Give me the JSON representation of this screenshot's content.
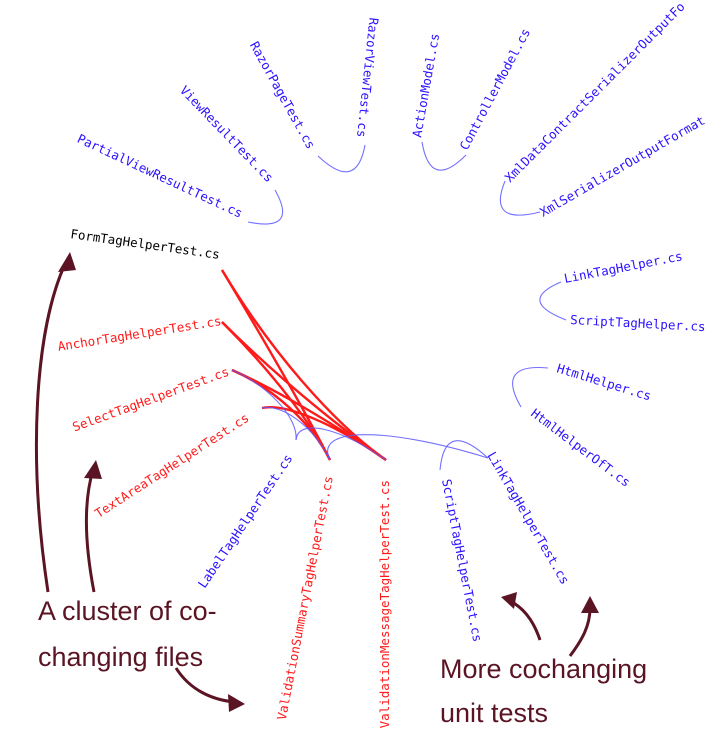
{
  "colors": {
    "cochange": "#ff1a1a",
    "weak_edge": "#5b57ff",
    "file_default": "#2b11ff",
    "file_highlight": "#ff1a1a",
    "file_anchor": "#000000",
    "annotation": "#5a1424"
  },
  "files": [
    {
      "id": "f01",
      "label": "FormTagHelperTest.cs",
      "group": "anchor"
    },
    {
      "id": "f02",
      "label": "AnchorTagHelperTest.cs",
      "group": "highlight"
    },
    {
      "id": "f03",
      "label": "SelectTagHelperTest.cs",
      "group": "highlight"
    },
    {
      "id": "f04",
      "label": "TextAreaTagHelperTest.cs",
      "group": "highlight"
    },
    {
      "id": "f05",
      "label": "LabelTagHelperTest.cs",
      "group": "default"
    },
    {
      "id": "f06",
      "label": "ValidationSummaryTagHelperTest.cs",
      "group": "highlight"
    },
    {
      "id": "f07",
      "label": "ValidationMessageTagHelperTest.cs",
      "group": "highlight"
    },
    {
      "id": "f08",
      "label": "ScriptTagHelperTest.cs",
      "group": "default"
    },
    {
      "id": "f09",
      "label": "LinkTagHelperTest.cs",
      "group": "default"
    },
    {
      "id": "f10",
      "label": "HtmlHelperOfT.cs",
      "group": "default"
    },
    {
      "id": "f11",
      "label": "HtmlHelper.cs",
      "group": "default"
    },
    {
      "id": "f12",
      "label": "ScriptTagHelper.cs",
      "group": "default"
    },
    {
      "id": "f13",
      "label": "LinkTagHelper.cs",
      "group": "default"
    },
    {
      "id": "f14",
      "label": "XmlSerializerOutputFormat",
      "group": "default"
    },
    {
      "id": "f15",
      "label": "XmlDataContractSerializerOutputFo",
      "group": "default"
    },
    {
      "id": "f16",
      "label": "ControllerModel.cs",
      "group": "default"
    },
    {
      "id": "f17",
      "label": "ActionModel.cs",
      "group": "default"
    },
    {
      "id": "f18",
      "label": "RazorViewTest.cs",
      "group": "default"
    },
    {
      "id": "f19",
      "label": "RazorPageTest.cs",
      "group": "default"
    },
    {
      "id": "f20",
      "label": "ViewResultTest.cs",
      "group": "default"
    },
    {
      "id": "f21",
      "label": "PartialViewResultTest.cs",
      "group": "default"
    }
  ],
  "links": [
    {
      "source": "f01",
      "target": "f07",
      "kind": "strong"
    },
    {
      "source": "f01",
      "target": "f06",
      "kind": "strong"
    },
    {
      "source": "f02",
      "target": "f07",
      "kind": "strong"
    },
    {
      "source": "f02",
      "target": "f06",
      "kind": "strong"
    },
    {
      "source": "f03",
      "target": "f07",
      "kind": "strong"
    },
    {
      "source": "f03",
      "target": "f06",
      "kind": "strong"
    },
    {
      "source": "f04",
      "target": "f07",
      "kind": "strong"
    },
    {
      "source": "f03",
      "target": "f05",
      "kind": "weak"
    },
    {
      "source": "f04",
      "target": "f06",
      "kind": "weak"
    },
    {
      "source": "f05",
      "target": "f07",
      "kind": "weak"
    },
    {
      "source": "f08",
      "target": "f09",
      "kind": "weak"
    },
    {
      "source": "f10",
      "target": "f11",
      "kind": "weak"
    },
    {
      "source": "f12",
      "target": "f13",
      "kind": "weak"
    },
    {
      "source": "f14",
      "target": "f15",
      "kind": "weak"
    },
    {
      "source": "f16",
      "target": "f17",
      "kind": "weak"
    },
    {
      "source": "f18",
      "target": "f19",
      "kind": "weak"
    },
    {
      "source": "f20",
      "target": "f21",
      "kind": "weak"
    },
    {
      "source": "f09",
      "target": "f06",
      "kind": "weak"
    }
  ],
  "annotations": {
    "cluster_line1": "A cluster of co-",
    "cluster_line2": "changing files",
    "tests_line1": "More cochanging",
    "tests_line2": "unit tests"
  }
}
